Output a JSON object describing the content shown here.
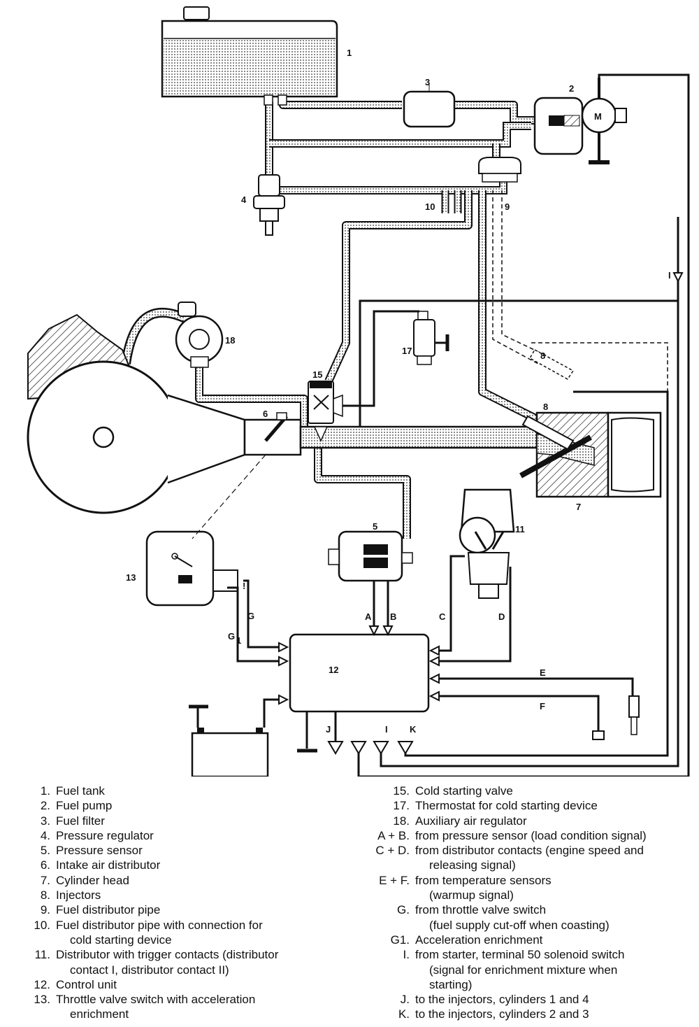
{
  "diagram": {
    "components": {
      "c1": "1",
      "c2": "2",
      "c3": "3",
      "c4": "4",
      "c5": "5",
      "c6": "6",
      "c7": "7",
      "c8a": "8",
      "c8b": "8",
      "c9": "9",
      "c10": "10",
      "c11": "11",
      "c12": "12",
      "c13": "13",
      "c15": "15",
      "c17": "17",
      "c18": "18"
    },
    "pump_symbol": "M",
    "signals": {
      "A": "A",
      "B": "B",
      "C": "C",
      "D": "D",
      "E": "E",
      "F": "F",
      "G": "G",
      "G1": "G",
      "G1_sub": "1",
      "I_wire": "I",
      "I_out": "I",
      "J": "J",
      "K": "K",
      "note_mark": "!"
    }
  },
  "legend_left": [
    {
      "key": "1.",
      "lines": [
        "Fuel tank"
      ]
    },
    {
      "key": "2.",
      "lines": [
        "Fuel pump"
      ]
    },
    {
      "key": "3.",
      "lines": [
        "Fuel filter"
      ]
    },
    {
      "key": "4.",
      "lines": [
        "Pressure regulator"
      ]
    },
    {
      "key": "5.",
      "lines": [
        "Pressure sensor"
      ]
    },
    {
      "key": "6.",
      "lines": [
        "Intake air distributor"
      ]
    },
    {
      "key": "7.",
      "lines": [
        "Cylinder head"
      ]
    },
    {
      "key": "8.",
      "lines": [
        "Injectors"
      ]
    },
    {
      "key": "9.",
      "lines": [
        "Fuel distributor pipe"
      ]
    },
    {
      "key": "10.",
      "lines": [
        "Fuel distributor pipe with connection for",
        "cold starting device"
      ]
    },
    {
      "key": "11.",
      "lines": [
        "Distributor with trigger contacts (distributor",
        "contact I, distributor contact II)"
      ]
    },
    {
      "key": "12.",
      "lines": [
        "Control unit"
      ]
    },
    {
      "key": "13.",
      "lines": [
        "Throttle valve switch with acceleration",
        "enrichment"
      ]
    }
  ],
  "legend_right": [
    {
      "key": "15.",
      "lines": [
        "Cold starting valve"
      ]
    },
    {
      "key": "17.",
      "lines": [
        "Thermostat for cold starting device"
      ]
    },
    {
      "key": "18.",
      "lines": [
        "Auxiliary air regulator"
      ]
    },
    {
      "key": "A + B.",
      "lines": [
        "from pressure sensor (load condition signal)"
      ]
    },
    {
      "key": "C + D.",
      "lines": [
        "from distributor contacts (engine speed and",
        "releasing signal)"
      ]
    },
    {
      "key": "E + F.",
      "lines": [
        "from temperature sensors",
        "(warmup signal)"
      ]
    },
    {
      "key": "G.",
      "lines": [
        "from throttle valve switch",
        "(fuel supply cut-off when coasting)"
      ]
    },
    {
      "key": "G1.",
      "lines": [
        "Acceleration enrichment"
      ]
    },
    {
      "key": "I.",
      "lines": [
        "from starter, terminal 50 solenoid switch",
        "(signal for enrichment mixture when",
        "starting)"
      ]
    },
    {
      "key": "J.",
      "lines": [
        "to the injectors, cylinders 1 and 4"
      ]
    },
    {
      "key": "K.",
      "lines": [
        "to the injectors, cylinders 2 and 3"
      ]
    }
  ]
}
